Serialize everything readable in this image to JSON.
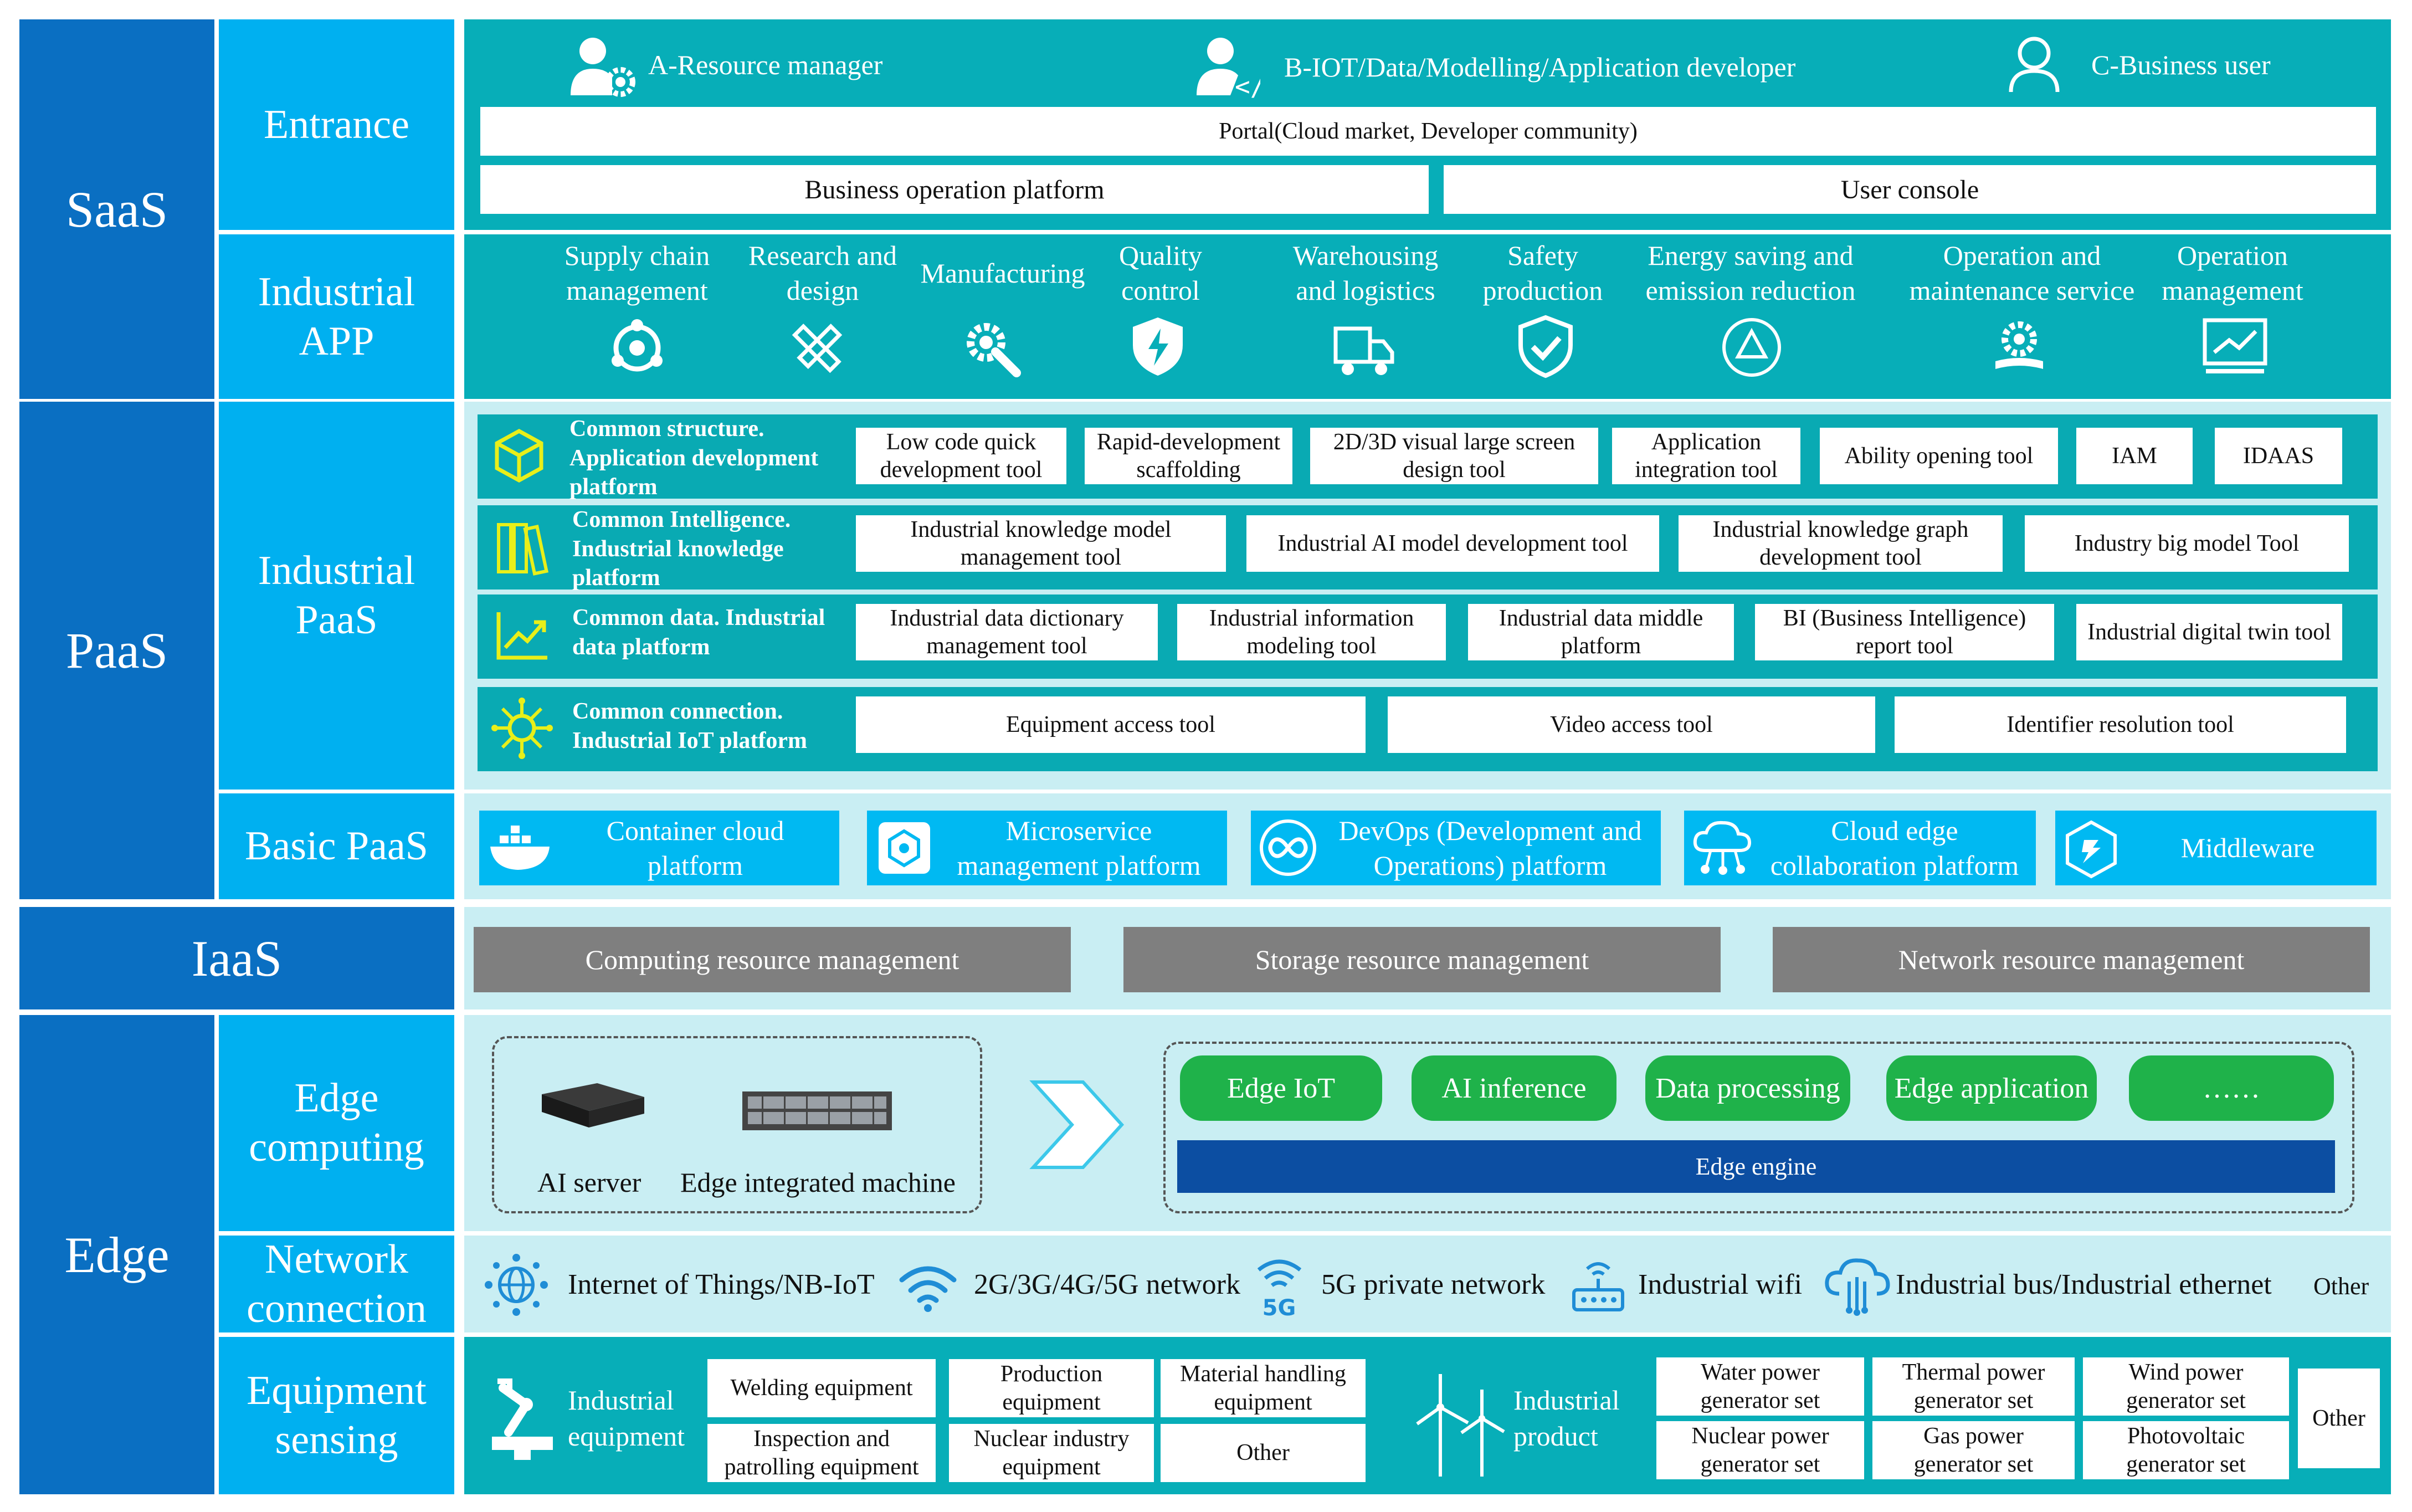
{
  "layers": {
    "saas": "SaaS",
    "paas": "PaaS",
    "iaas": "IaaS",
    "edge": "Edge"
  },
  "sublayers": {
    "entrance": "Entrance",
    "industrial_app": "Industrial APP",
    "industrial_paas": "Industrial PaaS",
    "basic_paas": "Basic PaaS",
    "edge_computing": "Edge computing",
    "network_connection": "Network connection",
    "equipment_sensing": "Equipment sensing"
  },
  "entrance": {
    "roles": [
      {
        "label": "A-Resource manager",
        "icon": "user-gear-icon"
      },
      {
        "label": "B-IOT/Data/Modelling/Application developer",
        "icon": "developer-icon"
      },
      {
        "label": "C-Business user",
        "icon": "user-icon"
      }
    ],
    "portal": "Portal(Cloud market, Developer community)",
    "business_platform": "Business operation platform",
    "user_console": "User console"
  },
  "industrial_app": {
    "items": [
      {
        "label": "Supply chain management",
        "icon": "supply-chain-icon"
      },
      {
        "label": "Research and design",
        "icon": "ruler-pencil-icon"
      },
      {
        "label": "Manufacturing",
        "icon": "gear-wrench-icon"
      },
      {
        "label": "Quality control",
        "icon": "shield-bolt-icon"
      },
      {
        "label": "Warehousing and logistics",
        "icon": "truck-icon"
      },
      {
        "label": "Safety production",
        "icon": "shield-check-icon"
      },
      {
        "label": "Energy saving and emission reduction",
        "icon": "recycle-icon"
      },
      {
        "label": "Operation and maintenance service",
        "icon": "flower-gear-icon"
      },
      {
        "label": "Operation management",
        "icon": "chart-monitor-icon"
      }
    ]
  },
  "industrial_paas": {
    "rows": [
      {
        "label": "Common structure. Application development platform",
        "icon": "cube-icon",
        "tools": [
          "Low code quick development tool",
          "Rapid-development scaffolding",
          "2D/3D visual large screen design tool",
          "Application integration tool",
          "Ability opening tool",
          "IAM",
          "IDAAS"
        ]
      },
      {
        "label": "Common Intelligence. Industrial knowledge platform",
        "icon": "books-icon",
        "tools": [
          "Industrial knowledge model management tool",
          "Industrial AI model development tool",
          "Industrial knowledge graph development tool",
          "Industry big model Tool"
        ]
      },
      {
        "label": "Common data. Industrial data platform",
        "icon": "chart-up-icon",
        "tools": [
          "Industrial data dictionary management tool",
          "Industrial information modeling tool",
          "Industrial data middle platform",
          "BI (Business Intelligence) report tool",
          "Industrial digital twin tool"
        ]
      },
      {
        "label": "Common connection. Industrial IoT platform",
        "icon": "iot-network-icon",
        "tools": [
          "Equipment access tool",
          "Video access tool",
          "Identifier resolution tool"
        ]
      }
    ]
  },
  "basic_paas": {
    "items": [
      {
        "label": "Container cloud platform",
        "icon": "docker-icon"
      },
      {
        "label": "Microservice management platform",
        "icon": "microservice-icon"
      },
      {
        "label": "DevOps (Development and Operations) platform",
        "icon": "infinity-icon"
      },
      {
        "label": "Cloud edge collaboration platform",
        "icon": "cloud-network-icon"
      },
      {
        "label": "Middleware",
        "icon": "hexagon-icon"
      }
    ]
  },
  "iaas": {
    "items": [
      "Computing resource management",
      "Storage resource management",
      "Network resource management"
    ]
  },
  "edge_computing": {
    "ai_server": "AI server",
    "edge_machine": "Edge integrated machine",
    "modules": [
      "Edge IoT",
      "AI inference",
      "Data processing",
      "Edge application",
      "……"
    ],
    "engine": "Edge engine"
  },
  "network": {
    "items": [
      {
        "label": "Internet of Things/NB-IoT",
        "icon": "globe-network-icon"
      },
      {
        "label": "2G/3G/4G/5G network",
        "icon": "wifi-icon"
      },
      {
        "label": "5G private network",
        "icon": "5g-signal-icon"
      },
      {
        "label": "Industrial wifi",
        "icon": "router-icon"
      },
      {
        "label": "Industrial bus/Industrial ethernet",
        "icon": "cloud-ethernet-icon"
      }
    ],
    "other": "Other",
    "icon_5g_text": "5G"
  },
  "equipment": {
    "industrial_equipment": "Industrial equipment",
    "equipment_items": [
      "Welding equipment",
      "Production equipment",
      "Material handling equipment",
      "Inspection and patrolling equipment",
      "Nuclear industry equipment",
      "Other"
    ],
    "industrial_product": "Industrial product",
    "product_items": [
      "Water power generator set",
      "Thermal power generator set",
      "Wind power generator set",
      "Nuclear power generator set",
      "Gas power generator set",
      "Photovoltaic generator set"
    ],
    "product_other": "Other"
  },
  "colors": {
    "layer_blue": "#0a6fc2",
    "sub_cyan": "#00b0f0",
    "teal": "#07aeb8",
    "light_bg": "#c9eef3",
    "grey": "#7f7f7f",
    "green": "#1fb24a",
    "engine_blue": "#0c4ea2"
  }
}
